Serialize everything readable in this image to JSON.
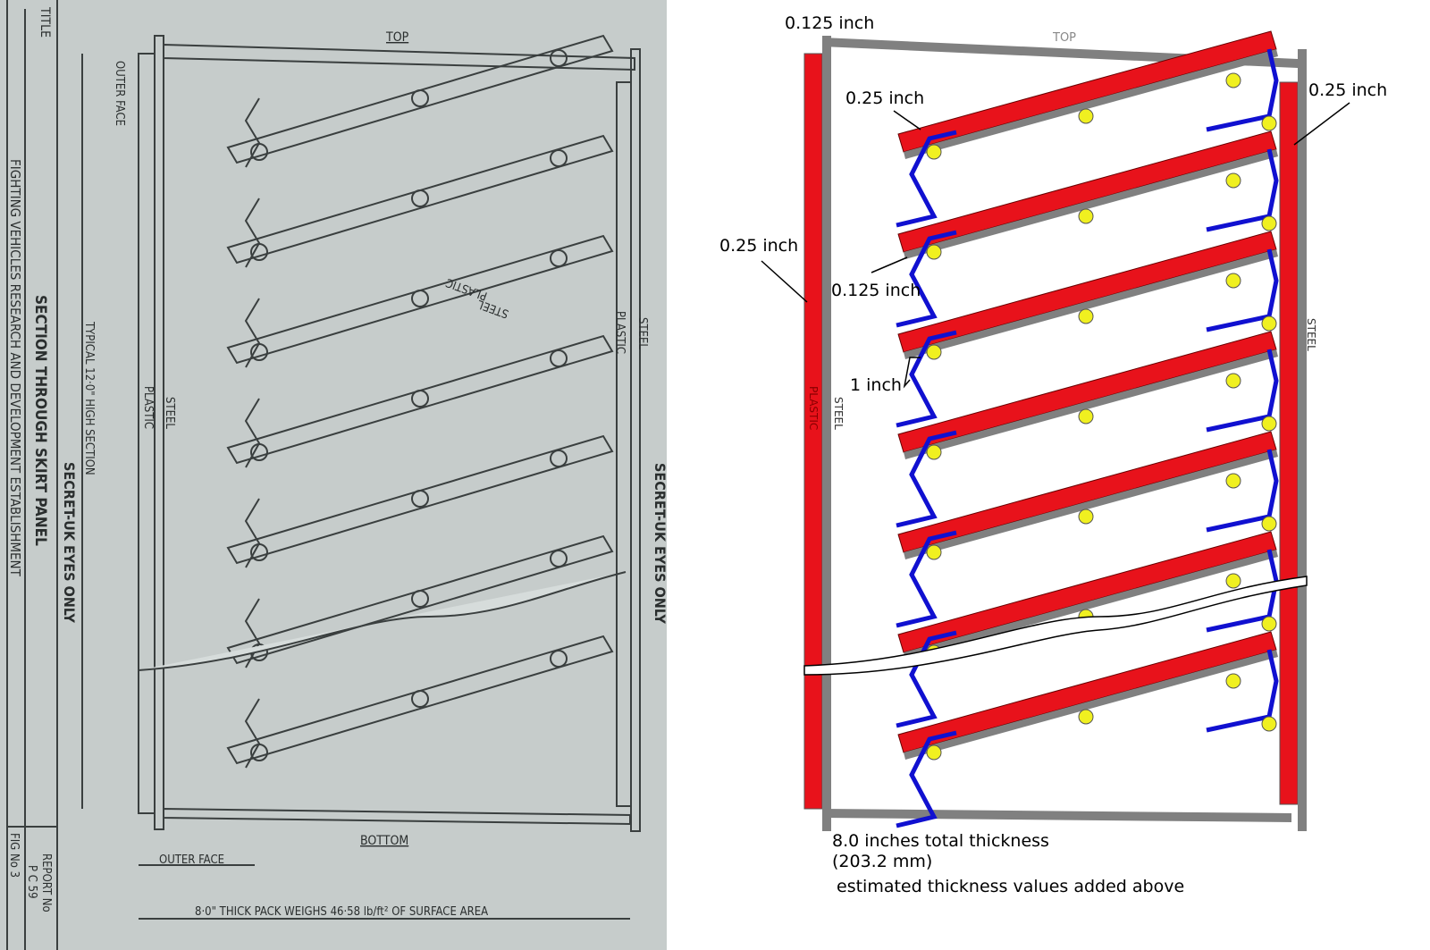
{
  "original": {
    "title_block": {
      "title_label": "TITLE",
      "establishment": "FIGHTING VEHICLES RESEARCH AND DEVELOPMENT ESTABLISHMENT",
      "drawing_title": "SECTION THROUGH SKIRT PANEL",
      "classification": "SECRET-UK EYES ONLY",
      "report_label": "REPORT No",
      "report_number": "P C 59",
      "figure": "FIG No 3"
    },
    "labels": {
      "top": "TOP",
      "bottom": "BOTTOM",
      "outer_face": "OUTER FACE",
      "height_note": "TYPICAL 12·0\" HIGH SECTION",
      "plastic": "PLASTIC",
      "steel": "STEEL",
      "classification_right": "SECRET-UK EYES ONLY",
      "weight_note": "8·0\" THICK PACK WEIGHS 46·58 lb/ft² OF SURFACE AREA"
    }
  },
  "annotated": {
    "labels": {
      "top": "TOP",
      "steel": "STEEL",
      "plastic": "PLASTIC"
    },
    "callouts": {
      "top_steel": "0.125 inch",
      "plate_plastic": "0.25 inch",
      "right_plastic": "0.25 inch",
      "left_plastic": "0.25 inch",
      "channel_steel": "0.125 inch",
      "gap": "1 inch"
    },
    "notes": {
      "total": "8.0 inches total thickness",
      "metric": "(203.2 mm)",
      "disclaimer": "estimated thickness values added above"
    },
    "colors": {
      "plastic": "#e8121b",
      "steel": "#808080",
      "channel": "#1010d0",
      "bolt": "#f0f020"
    }
  }
}
